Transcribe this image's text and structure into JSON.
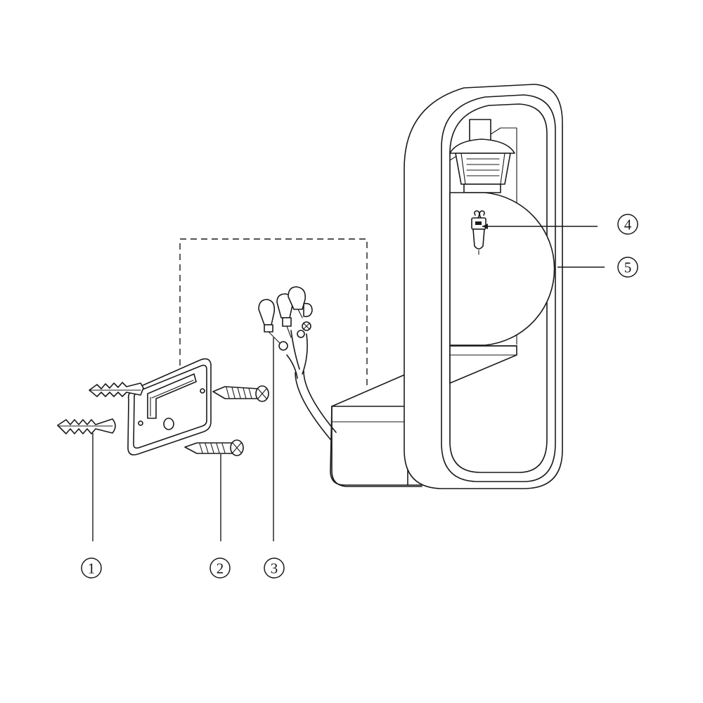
{
  "callouts": [
    {
      "label": "1",
      "part": "wall-anchor"
    },
    {
      "label": "2",
      "part": "mounting-screw"
    },
    {
      "label": "3",
      "part": "wire-connector"
    },
    {
      "label": "4",
      "part": "light-bulb"
    },
    {
      "label": "5",
      "part": "glass-globe"
    }
  ],
  "colors": {
    "line": "#1a1a1a",
    "background": "#ffffff"
  }
}
